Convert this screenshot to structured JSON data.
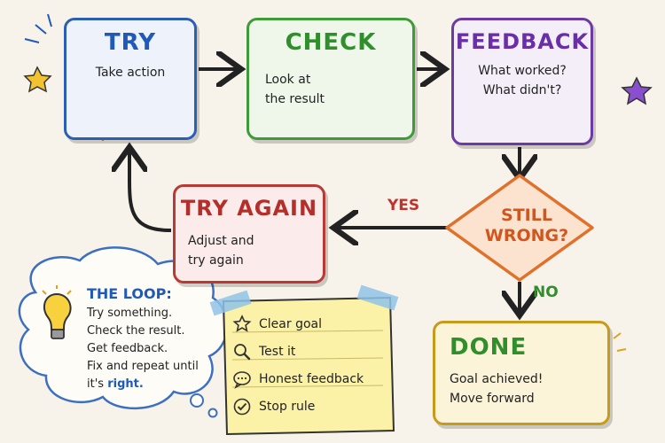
{
  "boxes": {
    "try": {
      "title": "TRY",
      "lines": [
        "Take action"
      ]
    },
    "check": {
      "title": "CHECK",
      "lines": [
        "Look at",
        "the result"
      ]
    },
    "feedback": {
      "title": "FEEDBACK",
      "lines": [
        "What worked?",
        "What didn't?"
      ]
    },
    "try_again": {
      "title": "TRY AGAIN",
      "lines": [
        "Adjust and",
        "try again"
      ]
    },
    "done": {
      "title": "DONE",
      "lines": [
        "Goal achieved!",
        "Move forward"
      ]
    }
  },
  "decision": {
    "lines": [
      "STILL",
      "WRONG?"
    ]
  },
  "edge_labels": {
    "yes": "YES",
    "no": "NO"
  },
  "loop_note": {
    "title": "THE LOOP:",
    "lines": [
      "Try something.",
      "Check the result.",
      "Get feedback.",
      "Fix and repeat until"
    ],
    "last_line_prefix": "it's ",
    "last_line_emphasis": "right."
  },
  "checklist": [
    {
      "icon": "star-icon",
      "label": "Clear goal"
    },
    {
      "icon": "magnifier-icon",
      "label": "Test it"
    },
    {
      "icon": "speech-bubble-icon",
      "label": "Honest feedback"
    },
    {
      "icon": "checkmark-icon",
      "label": "Stop rule"
    }
  ],
  "colors": {
    "try": "#2159b8",
    "check": "#2f8f2a",
    "feedback": "#6a2fa6",
    "try_again": "#b52f2a",
    "decision": "#d1561d",
    "done_border": "#c79a1c",
    "note_paper": "#fbf2a8",
    "tape": "#8fc3e8"
  }
}
